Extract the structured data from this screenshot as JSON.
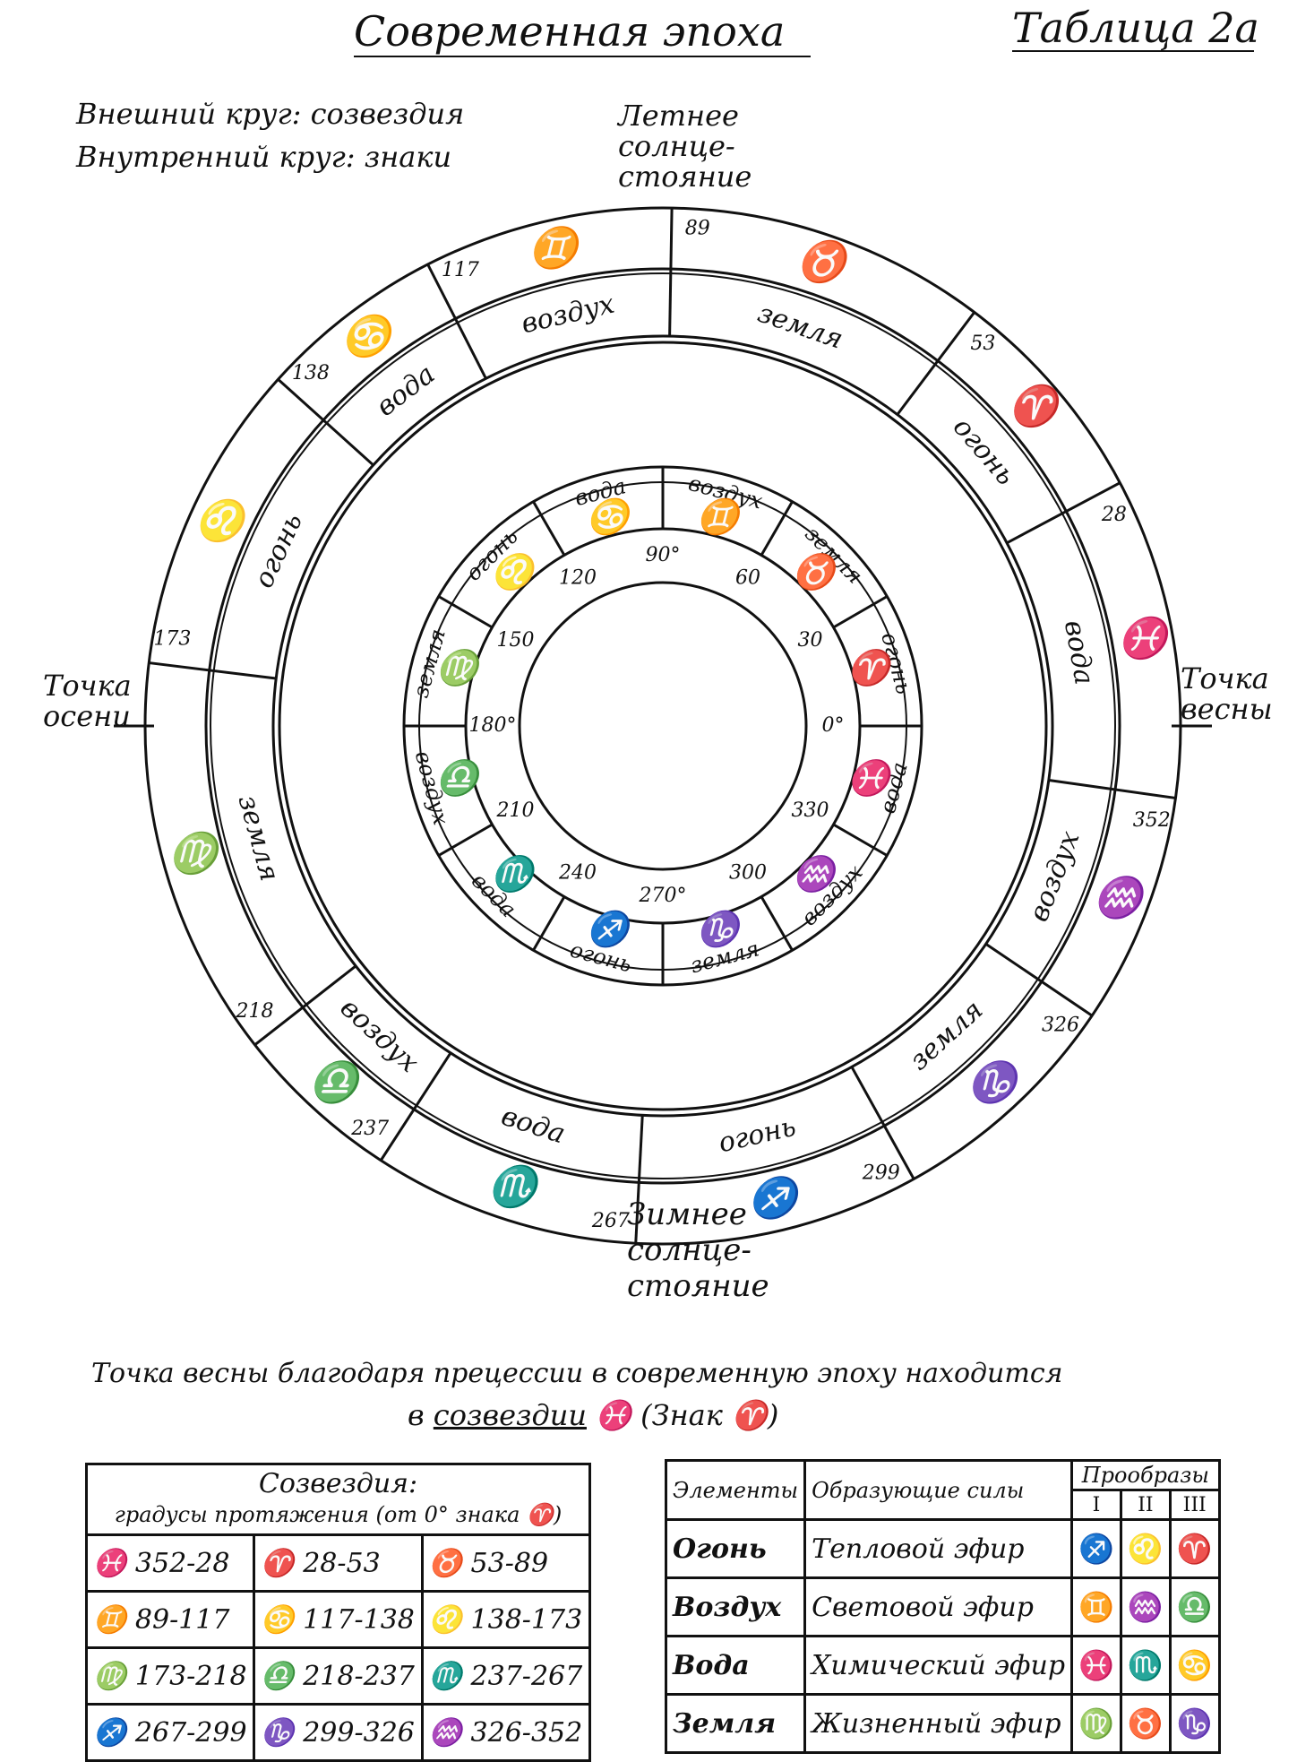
{
  "header": {
    "title": "Современная эпоха",
    "table_label": "Таблица 2а"
  },
  "legend": {
    "outer": "Внешний круг: созвездия",
    "inner": "Внутренний круг: знаки"
  },
  "cardinal_points": {
    "summer": [
      "Летнее",
      "солнце-",
      "стояние"
    ],
    "winter": [
      "Зимнее",
      "солнце-",
      "стояние"
    ],
    "autumn": [
      "Точка",
      "осени"
    ],
    "spring": [
      "Точка",
      "весны"
    ]
  },
  "outer_ring": {
    "boundaries": [
      {
        "label": "352",
        "angle": 352
      },
      {
        "label": "28",
        "angle": 28
      },
      {
        "label": "53",
        "angle": 53
      },
      {
        "label": "89",
        "angle": 89
      },
      {
        "label": "117",
        "angle": 117
      },
      {
        "label": "138",
        "angle": 138
      },
      {
        "label": "173",
        "angle": 173
      },
      {
        "label": "218",
        "angle": 218
      },
      {
        "label": "237",
        "angle": 237
      },
      {
        "label": "267",
        "angle": 267
      },
      {
        "label": "299",
        "angle": 299
      },
      {
        "label": "326",
        "angle": 326
      }
    ],
    "segments": [
      {
        "symbol": "♓",
        "element": "вода",
        "start": 352,
        "end": 28
      },
      {
        "symbol": "♈",
        "element": "огонь",
        "start": 28,
        "end": 53
      },
      {
        "symbol": "♉",
        "element": "земля",
        "start": 53,
        "end": 89
      },
      {
        "symbol": "♊",
        "element": "воздух",
        "start": 89,
        "end": 117
      },
      {
        "symbol": "♋",
        "element": "вода",
        "start": 117,
        "end": 138
      },
      {
        "symbol": "♌",
        "element": "огонь",
        "start": 138,
        "end": 173
      },
      {
        "symbol": "♍",
        "element": "земля",
        "start": 173,
        "end": 218
      },
      {
        "symbol": "♎",
        "element": "воздух",
        "start": 218,
        "end": 237
      },
      {
        "symbol": "♏",
        "element": "вода",
        "start": 237,
        "end": 267
      },
      {
        "symbol": "♐",
        "element": "огонь",
        "start": 267,
        "end": 299
      },
      {
        "symbol": "♑",
        "element": "земля",
        "start": 299,
        "end": 326
      },
      {
        "symbol": "♒",
        "element": "воздух",
        "start": 326,
        "end": 352
      }
    ]
  },
  "inner_ring": {
    "degree_labels": [
      {
        "label": "0°",
        "angle": 0
      },
      {
        "label": "30",
        "angle": 30
      },
      {
        "label": "60",
        "angle": 60
      },
      {
        "label": "90°",
        "angle": 90
      },
      {
        "label": "120",
        "angle": 120
      },
      {
        "label": "150",
        "angle": 150
      },
      {
        "label": "180°",
        "angle": 180
      },
      {
        "label": "210",
        "angle": 210
      },
      {
        "label": "240",
        "angle": 240
      },
      {
        "label": "270°",
        "angle": 270
      },
      {
        "label": "300",
        "angle": 300
      },
      {
        "label": "330",
        "angle": 330
      }
    ],
    "signs": [
      {
        "symbol": "♈",
        "element": "огонь"
      },
      {
        "symbol": "♉",
        "element": "земля"
      },
      {
        "symbol": "♊",
        "element": "воздух"
      },
      {
        "symbol": "♋",
        "element": "вода"
      },
      {
        "symbol": "♌",
        "element": "огонь"
      },
      {
        "symbol": "♍",
        "element": "земля"
      },
      {
        "symbol": "♎",
        "element": "воздух"
      },
      {
        "symbol": "♏",
        "element": "вода"
      },
      {
        "symbol": "♐",
        "element": "огонь"
      },
      {
        "symbol": "♑",
        "element": "земля"
      },
      {
        "symbol": "♒",
        "element": "воздух"
      },
      {
        "symbol": "♓",
        "element": "вода"
      }
    ]
  },
  "note": {
    "line1": "Точка весны благодаря прецессии в современную эпоху находится",
    "line2_prefix": "в",
    "line2_underlined": "созвездии",
    "line2_suffix": "♓ (Знак ♈)"
  },
  "constellation_table": {
    "header_line1": "Созвездия:",
    "header_line2": "градусы протяжения (от 0° знака ♈)",
    "rows": [
      [
        "♓ 352-28",
        "♈ 28-53",
        "♉ 53-89"
      ],
      [
        "♊ 89-117",
        "♋ 117-138",
        "♌ 138-173"
      ],
      [
        "♍ 173-218",
        "♎ 218-237",
        "♏ 237-267"
      ],
      [
        "♐ 267-299",
        "♑ 299-326",
        "♒ 326-352"
      ]
    ]
  },
  "elements_table": {
    "col_elements": "Элементы",
    "col_forces": "Образующие силы",
    "col_prototypes": "Прообразы",
    "prototype_numbers": [
      "I",
      "II",
      "III"
    ],
    "rows": [
      {
        "element": "Огонь",
        "force": "Тепловой эфир",
        "p1": "♐",
        "p2": "♌",
        "p3": "♈"
      },
      {
        "element": "Воздух",
        "force": "Световой эфир",
        "p1": "♊",
        "p2": "♒",
        "p3": "♎"
      },
      {
        "element": "Вода",
        "force": "Химический эфир",
        "p1": "♓",
        "p2": "♏",
        "p3": "♋"
      },
      {
        "element": "Земля",
        "force": "Жизненный эфир",
        "p1": "♍",
        "p2": "♉",
        "p3": "♑"
      }
    ]
  }
}
